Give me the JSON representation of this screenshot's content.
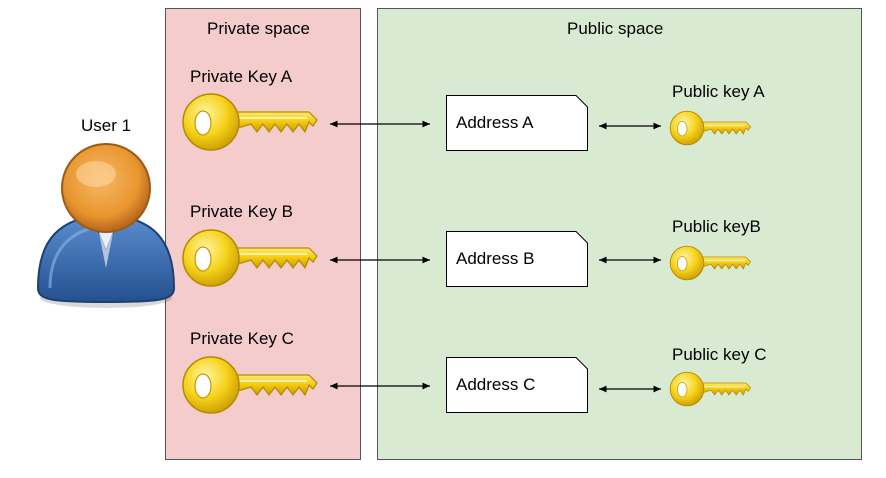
{
  "user": {
    "label": "User 1"
  },
  "private_space": {
    "title": "Private space",
    "keys": [
      {
        "label": "Private Key A"
      },
      {
        "label": "Private Key B"
      },
      {
        "label": "Private Key C"
      }
    ]
  },
  "public_space": {
    "title": "Public space",
    "addresses": [
      {
        "label": "Address A"
      },
      {
        "label": "Address B"
      },
      {
        "label": "Address C"
      }
    ],
    "keys": [
      {
        "label": "Public key A"
      },
      {
        "label": "Public keyB"
      },
      {
        "label": "Public key C"
      }
    ]
  },
  "colors": {
    "private_bg": "#f4cccc",
    "public_bg": "#d9ead3",
    "key_gold": "#f1c40f",
    "user_blue": "#2f5f9e",
    "user_orange": "#e8962e"
  },
  "icons": [
    "user-icon",
    "key-icon",
    "document-icon",
    "double-arrow-icon"
  ]
}
